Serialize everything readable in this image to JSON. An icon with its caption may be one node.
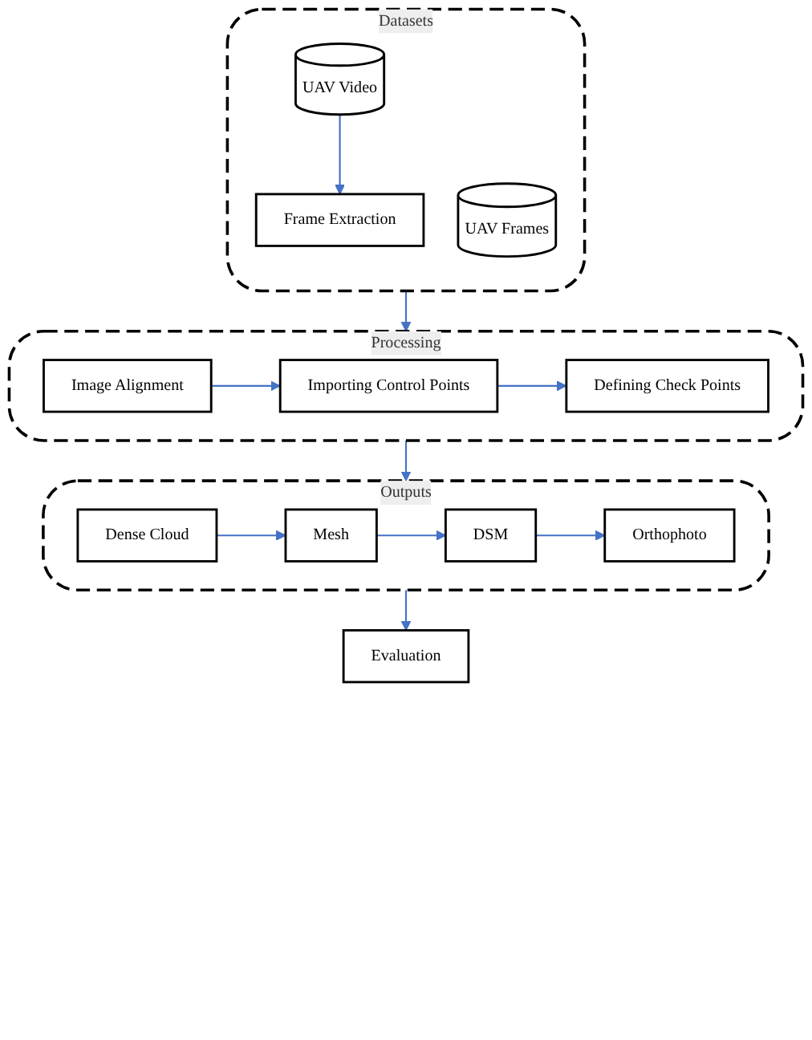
{
  "diagram": {
    "nodes": [
      {
        "text": [
          "Datasets"
        ]
      },
      {
        "text": [
          "UAV Video"
        ],
        "in": 0
      },
      {
        "text": [
          "UAV Frames"
        ],
        "in": 0
      },
      {
        "text": [
          "Frame Extraction"
        ],
        "in": 0
      },
      {
        "text": [
          "Processing"
        ]
      },
      {
        "text": [
          "Image Alignment"
        ],
        "in": 4
      },
      {
        "text": [
          "Importing Control Points"
        ],
        "in": 4
      },
      {
        "text": [
          "Defining Check Points"
        ],
        "in": 4
      },
      {
        "text": [
          "Outputs"
        ]
      },
      {
        "text": [
          "Dense Cloud"
        ],
        "in": 8
      },
      {
        "text": [
          "Mesh"
        ],
        "in": 8
      },
      {
        "text": [
          "DSM"
        ],
        "in": 8
      },
      {
        "text": [
          "Orthophoto"
        ],
        "in": 8
      },
      {
        "text": [
          "Evaluation"
        ]
      }
    ],
    "edges": [
      {
        "from": 1,
        "to": 3,
        "arrow": "to"
      },
      {
        "from": 0,
        "to": 4,
        "arrow": "to"
      },
      {
        "from": 5,
        "to": 6,
        "arrow": "to"
      },
      {
        "from": 6,
        "to": 7,
        "arrow": "to"
      },
      {
        "from": 4,
        "to": 8,
        "arrow": "to"
      },
      {
        "from": 9,
        "to": 10,
        "arrow": "to"
      },
      {
        "from": 10,
        "to": 11,
        "arrow": "to"
      },
      {
        "from": 11,
        "to": 12,
        "arrow": "to"
      },
      {
        "from": 8,
        "to": 13,
        "arrow": "to"
      }
    ]
  }
}
